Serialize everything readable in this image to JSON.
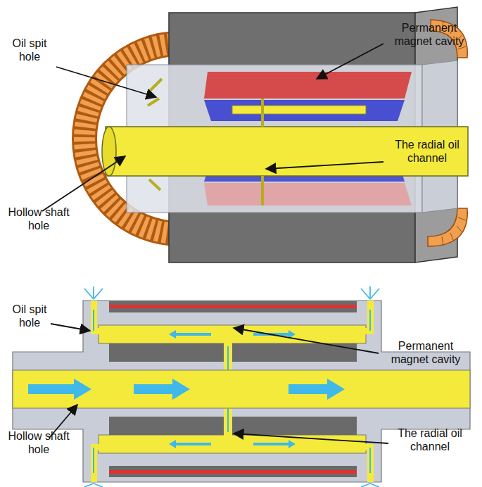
{
  "diagram": {
    "labels": [
      "Oil spit hole",
      "Permanent magnet cavity",
      "The radial oil channel",
      "Hollow shaft hole",
      "Oil spit hole",
      "Permanent magnet cavity",
      "The radial oil channel",
      "Hollow shaft hole"
    ]
  }
}
